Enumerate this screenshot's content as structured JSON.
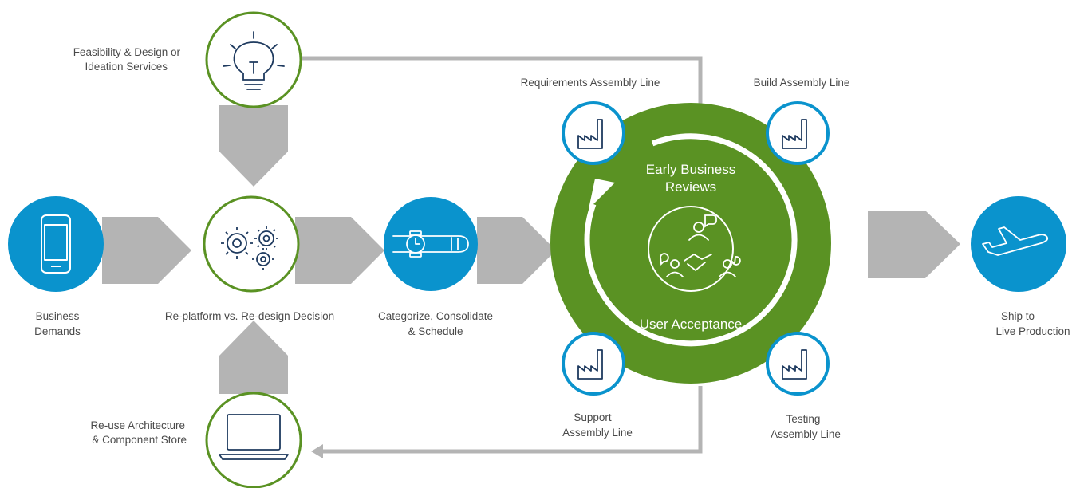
{
  "labels": {
    "feasibility": [
      "Feasibility & Design or",
      "Ideation Services"
    ],
    "business_demands": [
      "Business",
      "Demands"
    ],
    "replatform": "Re-platform vs. Re-design Decision",
    "categorize": [
      "Categorize, Consolidate",
      "& Schedule"
    ],
    "reuse": [
      "Re-use Architecture",
      "& Component Store"
    ],
    "requirements_line": "Requirements Assembly Line",
    "build_line": "Build Assembly Line",
    "support_line": [
      "Support",
      "Assembly Line"
    ],
    "testing_line": [
      "Testing",
      "Assembly Line"
    ],
    "ship": [
      "Ship to",
      "Live Production"
    ],
    "early_reviews": [
      "Early Business",
      "Reviews"
    ],
    "user_acceptance": "User Acceptance"
  },
  "icons": {
    "feasibility": "lightbulb-icon",
    "business_demands": "smartphone-icon",
    "replatform": "gears-icon",
    "categorize": "wristwatch-icon",
    "reuse": "laptop-icon",
    "assembly_lines": "factory-icon",
    "center": "collaboration-icon",
    "ship": "airplane-icon"
  },
  "colors": {
    "blue": "#0a93cd",
    "green": "#5a9223",
    "arrow_gray": "#b4b4b4",
    "navy": "#1e3a5f",
    "text": "#4a4a4a"
  }
}
